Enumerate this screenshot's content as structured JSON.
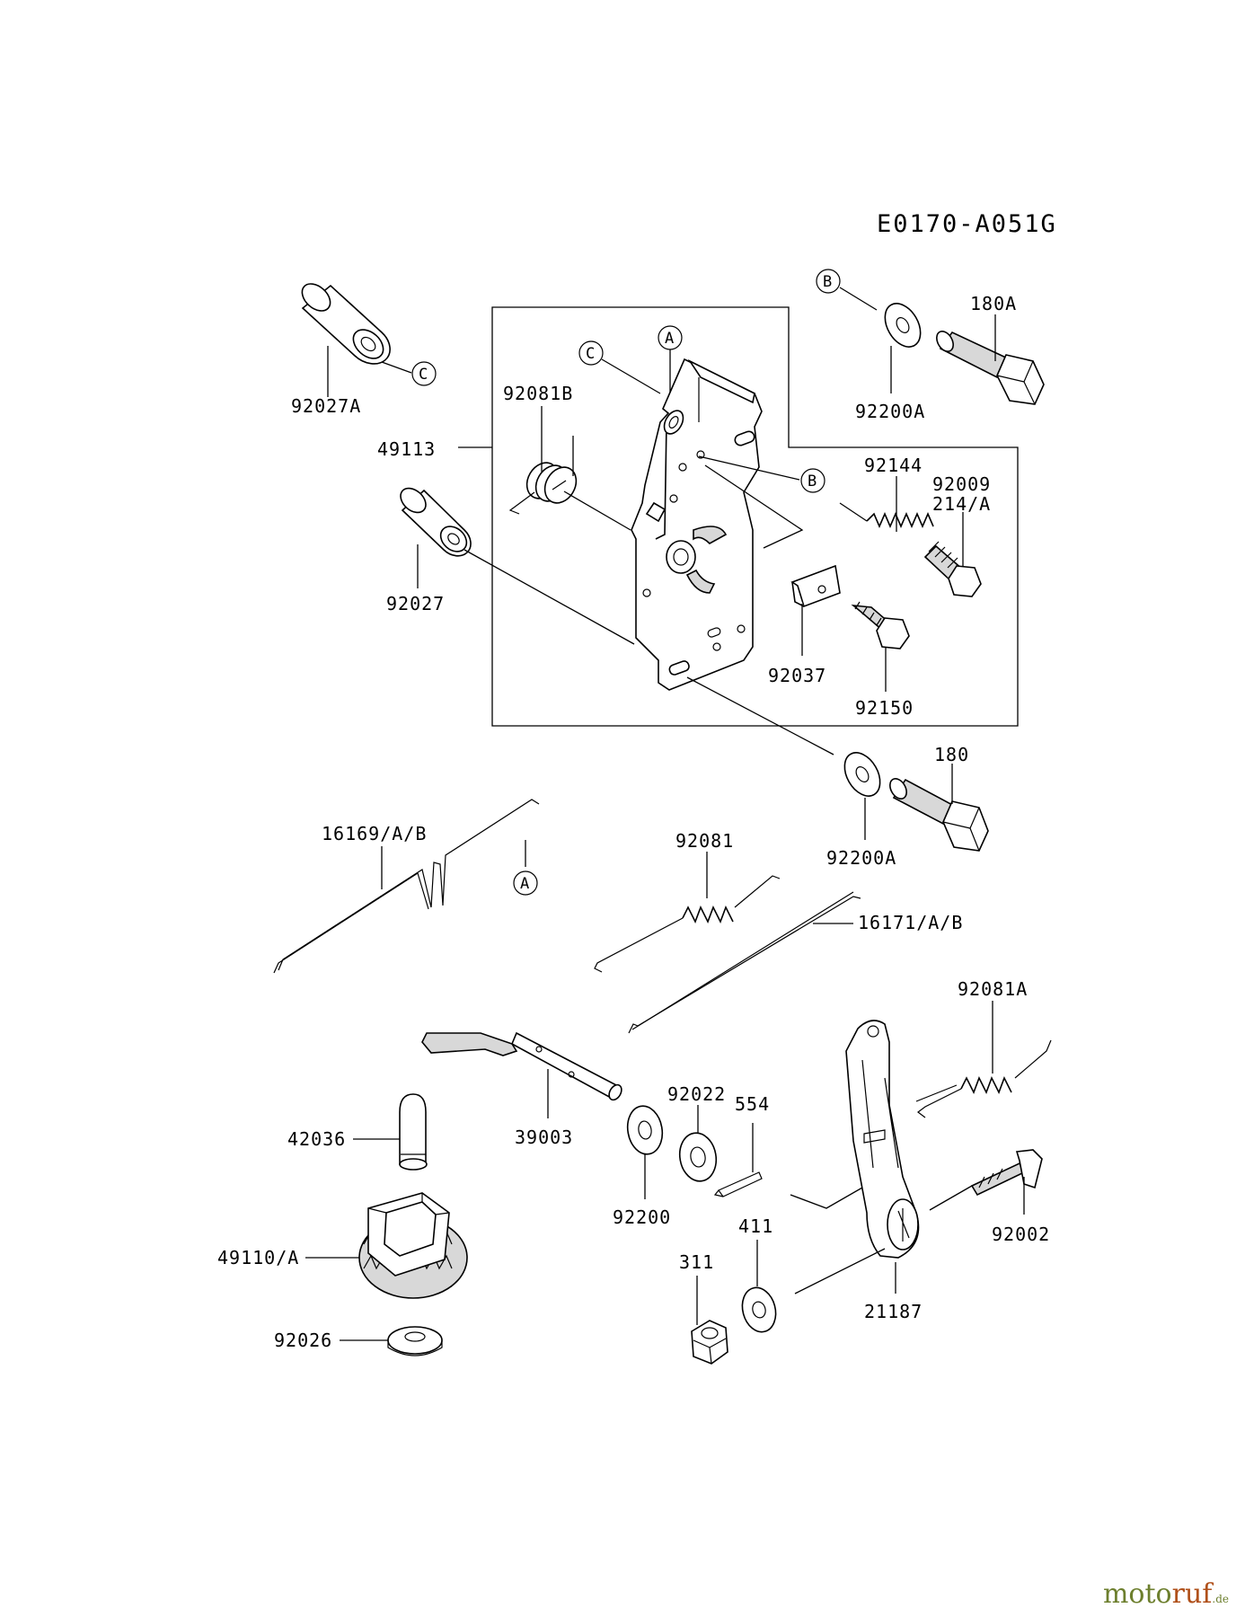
{
  "diagram_code": "E0170-A051G",
  "watermark": {
    "part1": "moto",
    "part2": "ruf",
    "part3": ".de"
  },
  "callouts": {
    "A": "A",
    "B": "B",
    "C": "C"
  },
  "parts": {
    "p92027A": "92027A",
    "p49113": "49113",
    "p92081B": "92081B",
    "p92027": "92027",
    "p92200A_top": "92200A",
    "p180A": "180A",
    "p92144": "92144",
    "p92009": "92009",
    "p214A": "214/A",
    "p92037": "92037",
    "p92150": "92150",
    "p180": "180",
    "p92200A_mid": "92200A",
    "p16169": "16169/A/B",
    "p92081": "92081",
    "p16171": "16171/A/B",
    "p92081A": "92081A",
    "p42036": "42036",
    "p39003": "39003",
    "p92022": "92022",
    "p554": "554",
    "p92200": "92200",
    "p49110": "49110/A",
    "p411": "411",
    "p92002": "92002",
    "p311": "311",
    "p21187": "21187",
    "p92026": "92026"
  }
}
